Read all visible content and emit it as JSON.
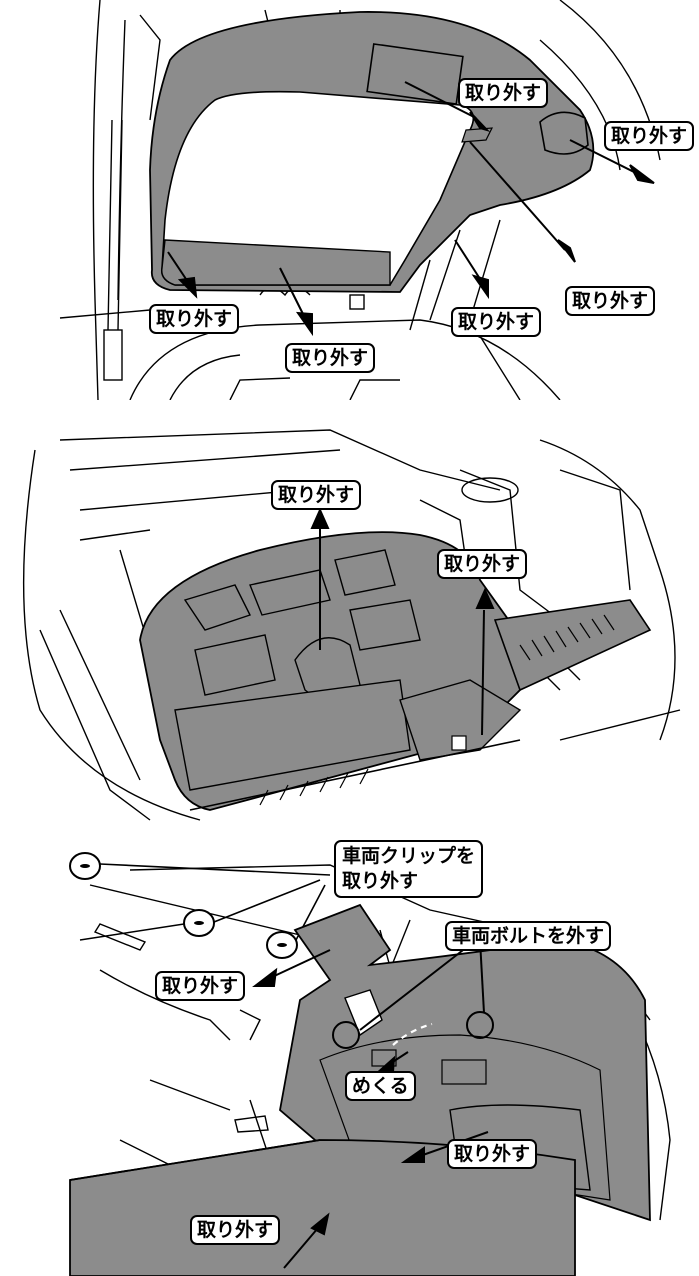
{
  "panel1": {
    "labels": {
      "top_center": "取り外す",
      "top_right": "取り外す",
      "right_lower": "取り外す",
      "center_right": "取り外す",
      "left_bottom": "取り外す",
      "bottom_center": "取り外す"
    }
  },
  "panel2": {
    "labels": {
      "left_tray": "取り外す",
      "right_tray": "取り外す"
    }
  },
  "panel3": {
    "labels": {
      "clips": "車両クリップを\n取り外す",
      "bolts": "車両ボルトを外す",
      "side_trim": "取り外す",
      "peel": "めくる",
      "right_cover": "取り外す",
      "floor_board": "取り外す"
    }
  },
  "colors": {
    "part_fill": "#8c8c8c",
    "outline": "#000000",
    "background": "#ffffff"
  }
}
